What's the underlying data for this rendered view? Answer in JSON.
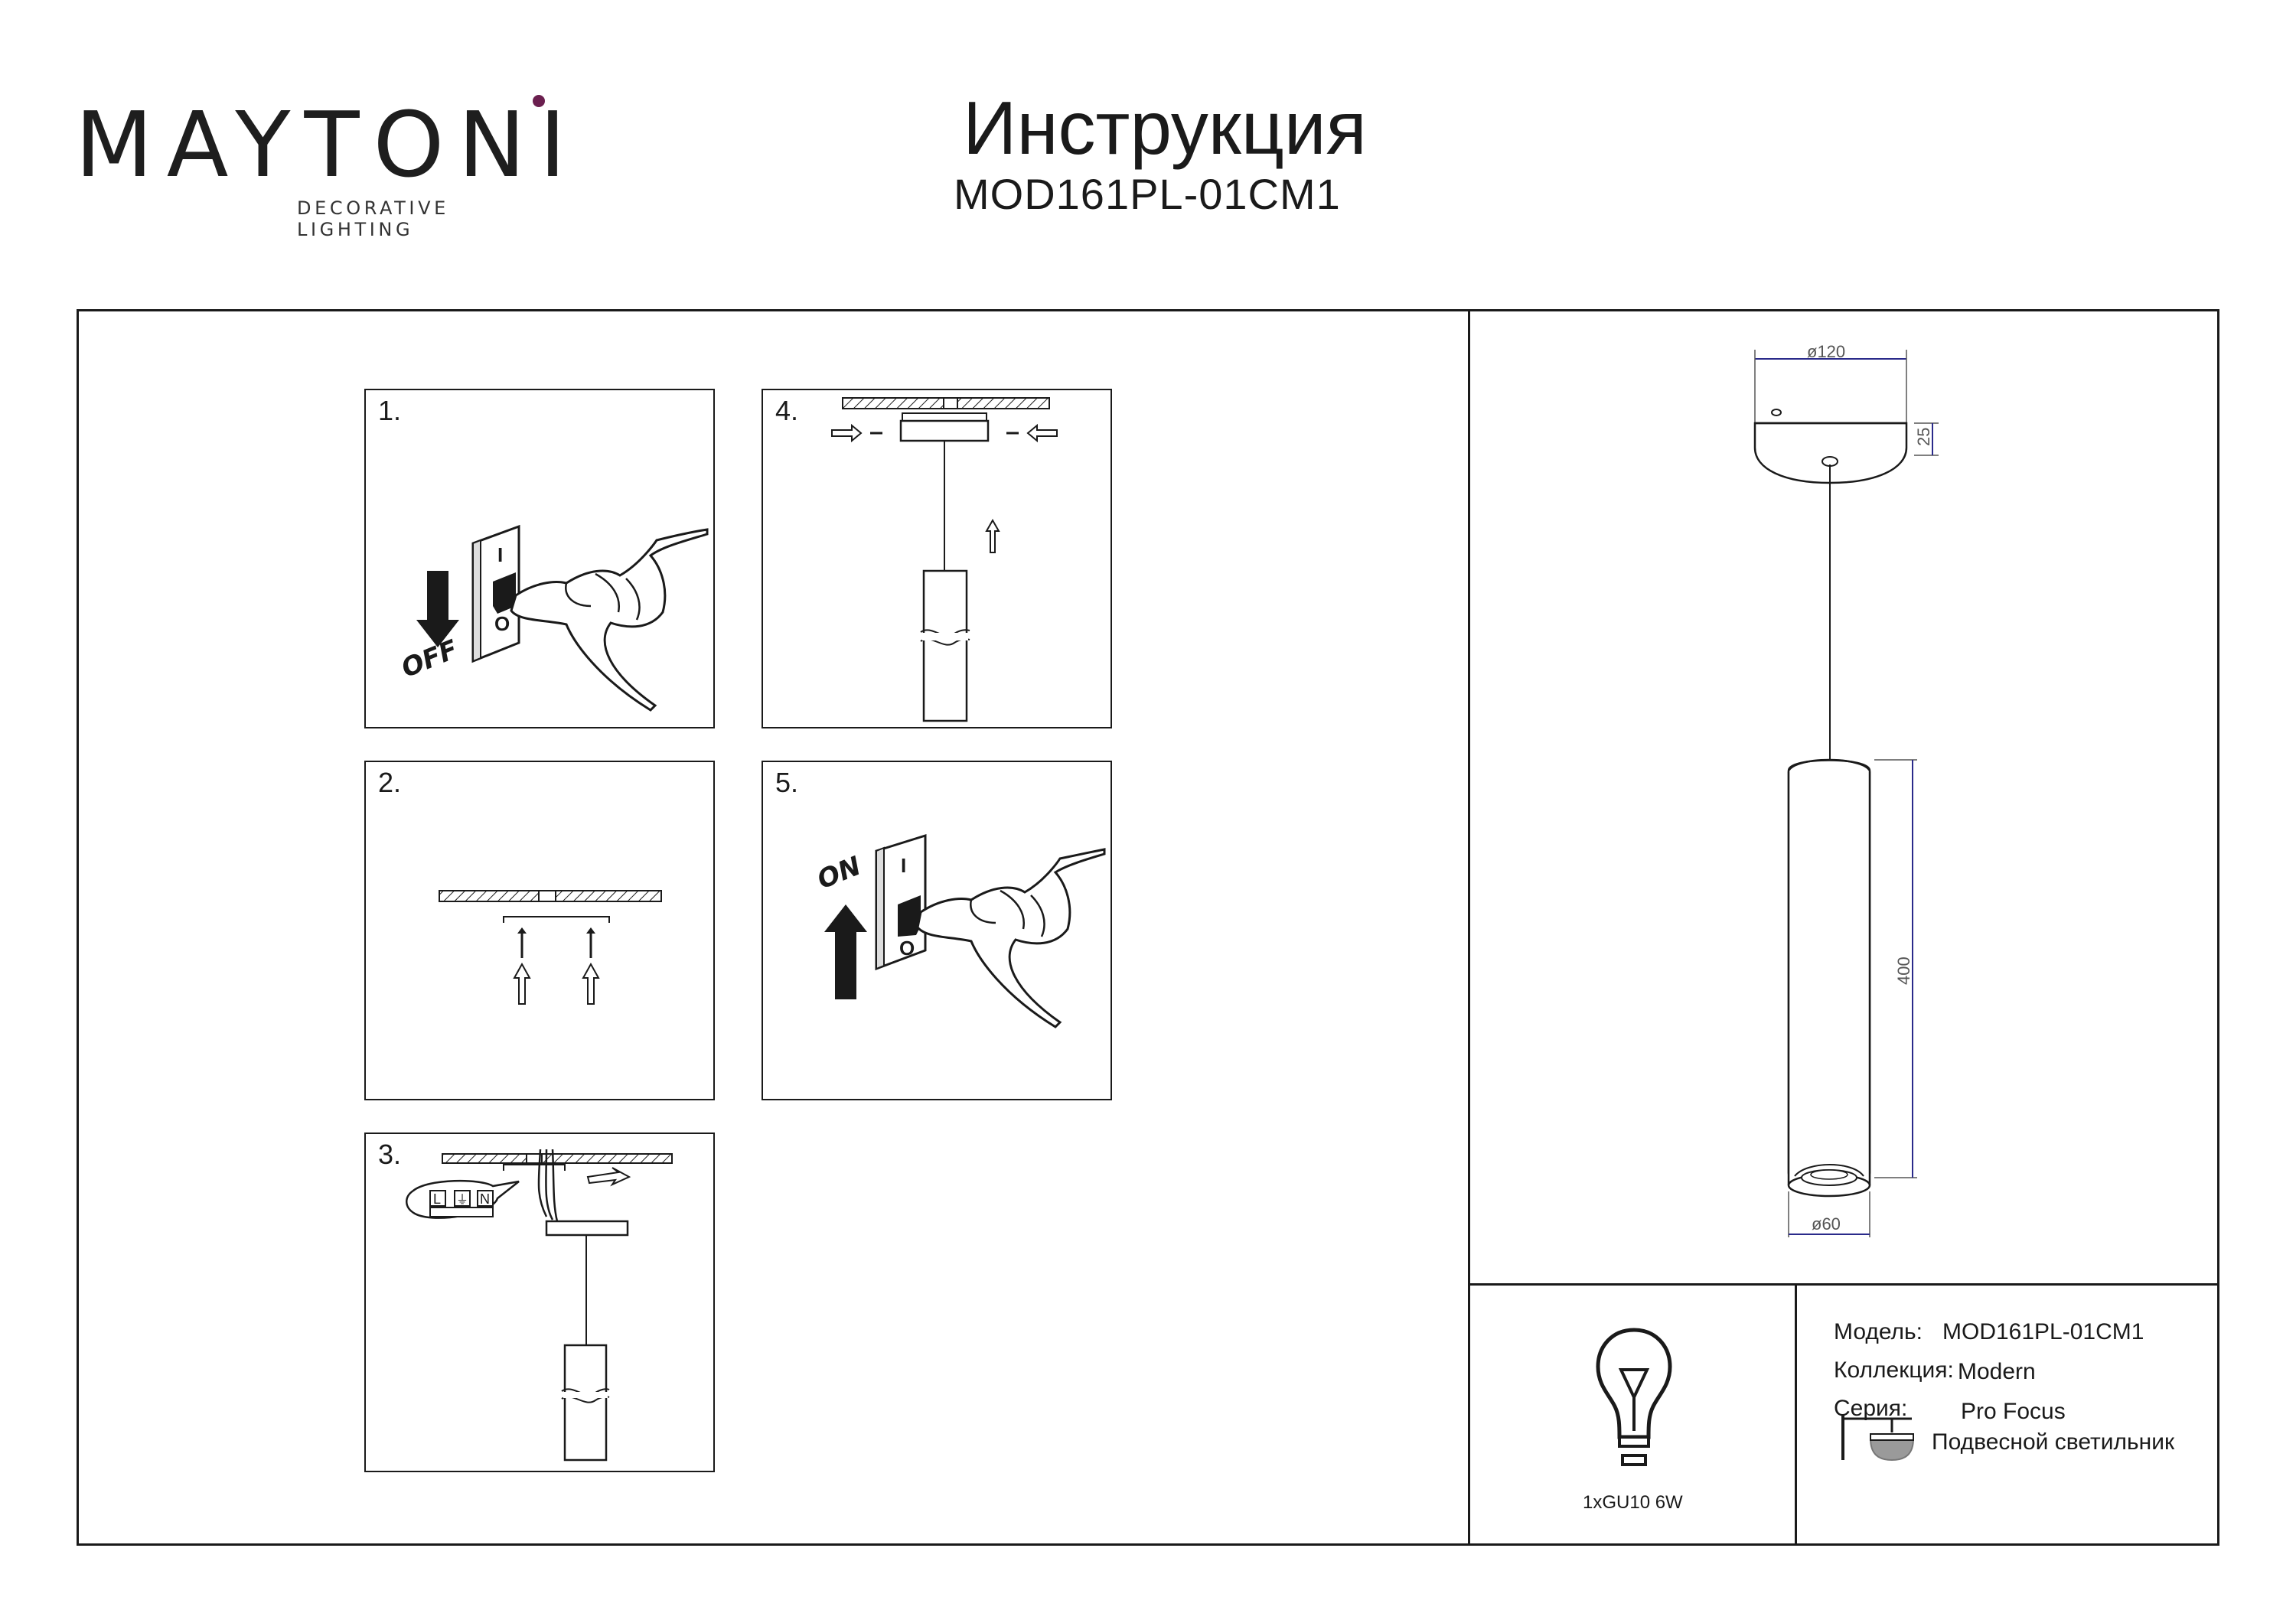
{
  "header": {
    "brand": "MAYTONI",
    "tagline": "DECORATIVE LIGHTING",
    "title": "Инструкция",
    "model_code": "MOD161PL-01CM1"
  },
  "steps": [
    {
      "number": "1.",
      "switch_label": "OFF",
      "switch_top": "I",
      "switch_bottom": "O"
    },
    {
      "number": "2."
    },
    {
      "number": "3.",
      "terminals": [
        "L",
        "⏚",
        "N"
      ]
    },
    {
      "number": "4."
    },
    {
      "number": "5.",
      "switch_label": "ON",
      "switch_top": "I",
      "switch_bottom": "O"
    }
  ],
  "drawing": {
    "canopy_diameter": "ø120",
    "canopy_height": "25",
    "body_length": "400",
    "body_diameter": "ø60"
  },
  "lamp": {
    "caption": "1xGU10 6W"
  },
  "info": {
    "model_label": "Модель:",
    "model_value": "MOD161PL-01CM1",
    "collection_label": "Коллекция:",
    "collection_value": "Modern",
    "series_label": "Серия:",
    "series_value": "Pro Focus",
    "type_value": "Подвесной светильник"
  },
  "colors": {
    "line": "#1a1a1a",
    "logo_dot": "#6b1f4f",
    "dimension": "#2a2a8a"
  },
  "icons": [
    "light-bulb-icon",
    "pendant-lamp-icon",
    "switch-hand-icon",
    "screw-icon",
    "arrow-up-icon",
    "arrow-down-icon"
  ]
}
